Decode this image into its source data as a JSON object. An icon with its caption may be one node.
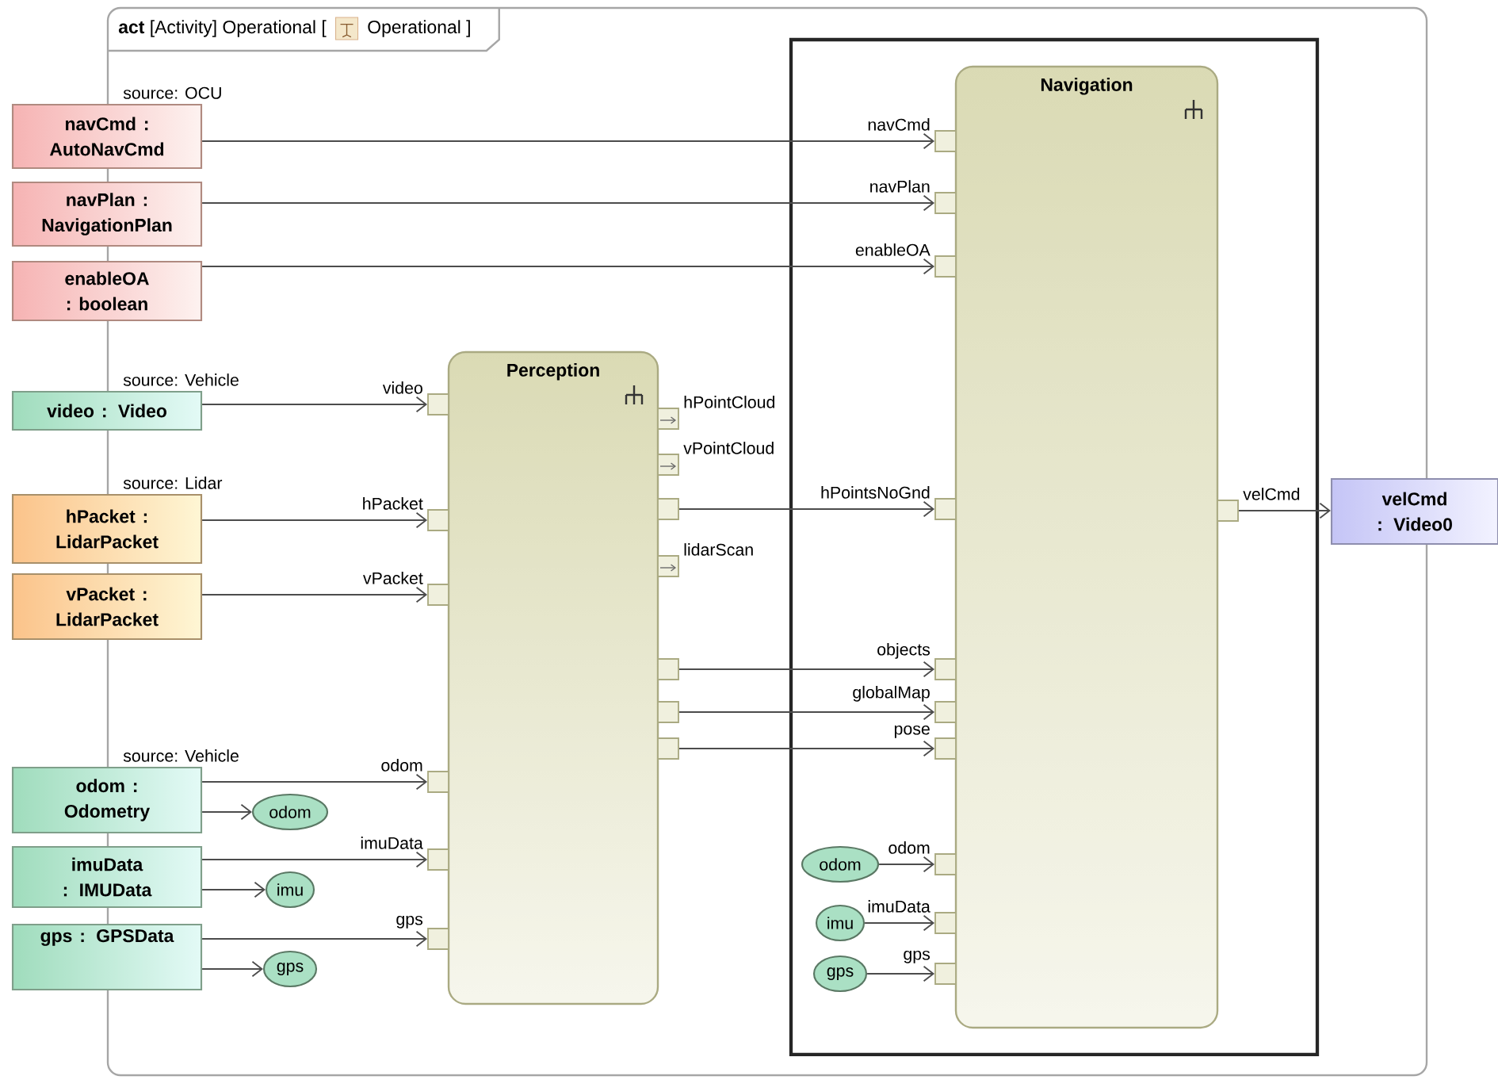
{
  "diagram": {
    "title": "**act** [Activity] Operational [",
    "nodes": [
      {
        "text": [
          "navCmd : AutoNavCmd"
        ],
        "beside": [
          "source: OCU"
        ]
      },
      {
        "text": [
          "navPlan : NavigationPlan"
        ]
      },
      {
        "text": [
          "enableOA : boolean"
        ]
      },
      {
        "text": [
          "video : Video"
        ],
        "beside": [
          "source: Vehicle"
        ]
      },
      {
        "text": [
          "hPacket : LidarPacket"
        ],
        "beside": [
          "source: Lidar"
        ]
      },
      {
        "text": [
          "vPacket : LidarPacket"
        ]
      },
      {
        "text": [
          "odom : Odometry"
        ],
        "beside": [
          "source: Vehicle"
        ]
      },
      {
        "text": [
          "imuData : IMUData"
        ]
      },
      {
        "text": [
          "gps : GPSData"
        ]
      },
      {
        "text": [
          "odom"
        ]
      },
      {
        "text": [
          "imu"
        ]
      },
      {
        "text": [
          "gps"
        ]
      },
      {
        "text": [
          "Perception"
        ]
      },
      {
        "text": [
          "Navigation"
        ]
      },
      {
        "text": [
          "velCmd : Video0"
        ]
      },
      {
        "text": [
          "odom"
        ]
      },
      {
        "text": [
          "imu"
        ]
      },
      {
        "text": [
          "gps"
        ]
      },
      {
        "text": [],
        "shape": "box",
        "beside": [
          "video"
        ]
      },
      {
        "text": [],
        "shape": "box",
        "beside": [
          "hPacket"
        ]
      },
      {
        "text": [],
        "shape": "box",
        "beside": [
          "vPacket"
        ]
      },
      {
        "text": [],
        "shape": "box",
        "beside": [
          "odom"
        ]
      },
      {
        "text": [],
        "shape": "box",
        "beside": [
          "imuData"
        ]
      },
      {
        "text": [],
        "shape": "box",
        "beside": [
          "gps"
        ]
      },
      {
        "text": [],
        "shape": "box",
        "beside": [
          "hPointCloud"
        ]
      },
      {
        "text": [],
        "shape": "box",
        "beside": [
          "vPointCloud"
        ]
      },
      {
        "text": [],
        "shape": "box"
      },
      {
        "text": [],
        "shape": "box",
        "beside": [
          "lidarScan"
        ]
      },
      {
        "text": [],
        "shape": "box"
      },
      {
        "text": [],
        "shape": "box"
      },
      {
        "text": [],
        "shape": "box"
      },
      {
        "text": [],
        "shape": "box",
        "beside": [
          "navCmd"
        ]
      },
      {
        "text": [],
        "shape": "box",
        "beside": [
          "navPlan"
        ]
      },
      {
        "text": [],
        "shape": "box",
        "beside": [
          "enableOA"
        ]
      },
      {
        "text": [],
        "shape": "box",
        "beside": [
          "hPointsNoGnd"
        ]
      },
      {
        "text": [],
        "shape": "box",
        "beside": [
          "objects"
        ]
      },
      {
        "text": [],
        "shape": "box",
        "beside": [
          "globalMap"
        ]
      },
      {
        "text": [],
        "shape": "box",
        "beside": [
          "pose"
        ]
      },
      {
        "text": [],
        "shape": "box",
        "beside": [
          "odom"
        ]
      },
      {
        "text": [],
        "shape": "box",
        "beside": [
          "imuData"
        ]
      },
      {
        "text": [],
        "shape": "box",
        "beside": [
          "gps"
        ]
      },
      {
        "text": [],
        "shape": "box",
        "beside": [
          "velCmd"
        ]
      }
    ],
    "edges": [
      {
        "from": 0,
        "to": 31,
        "arrow": "to"
      },
      {
        "from": 1,
        "to": 32,
        "arrow": "to"
      },
      {
        "from": 2,
        "to": 33,
        "arrow": "to"
      },
      {
        "from": 3,
        "to": 18,
        "arrow": "to"
      },
      {
        "from": 4,
        "to": 19,
        "arrow": "to"
      },
      {
        "from": 5,
        "to": 20,
        "arrow": "to"
      },
      {
        "from": 6,
        "to": 21,
        "arrow": "to"
      },
      {
        "from": 6,
        "to": 9,
        "arrow": "to"
      },
      {
        "from": 7,
        "to": 22,
        "arrow": "to"
      },
      {
        "from": 7,
        "to": 10,
        "arrow": "to"
      },
      {
        "from": 8,
        "to": 23,
        "arrow": "to"
      },
      {
        "from": 8,
        "to": 11,
        "arrow": "to"
      },
      {
        "from": 26,
        "to": 34,
        "arrow": "to"
      },
      {
        "from": 28,
        "to": 35,
        "arrow": "to"
      },
      {
        "from": 29,
        "to": 36,
        "arrow": "to"
      },
      {
        "from": 30,
        "to": 37,
        "arrow": "to"
      },
      {
        "from": 15,
        "to": 38,
        "arrow": "to"
      },
      {
        "from": 16,
        "to": 39,
        "arrow": "to"
      },
      {
        "from": 17,
        "to": 40,
        "arrow": "to"
      },
      {
        "from": 41,
        "to": 14,
        "arrow": "to"
      }
    ],
    "labels": [
      "Operational ]"
    ]
  }
}
